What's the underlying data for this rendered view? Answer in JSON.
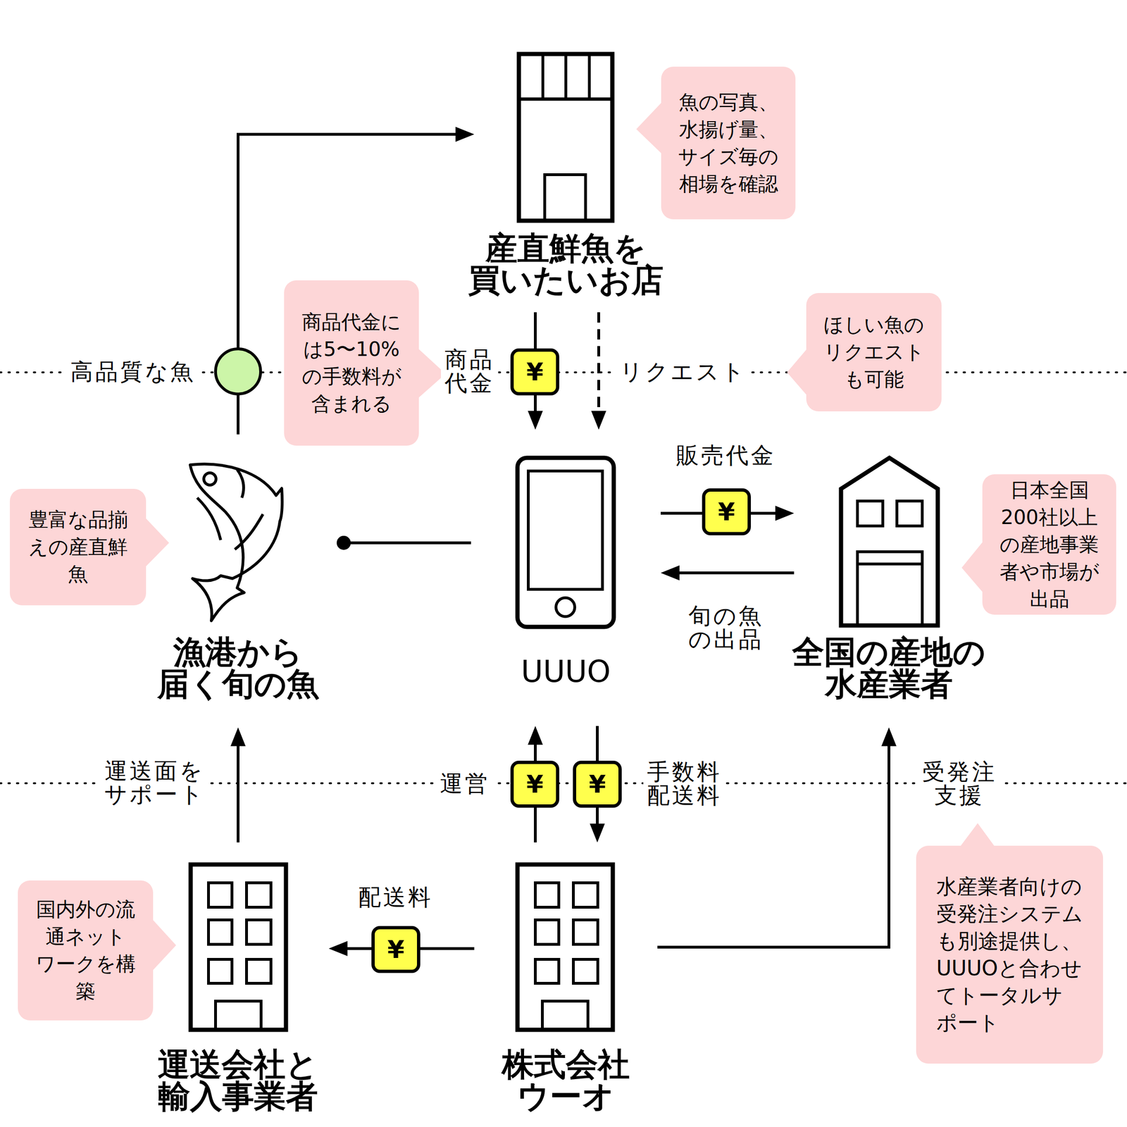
{
  "diagram": {
    "nodes": [
      {
        "text": [
          "産直鮮魚を 買いたいお店"
        ]
      },
      {
        "text": [
          "魚の写真、 水揚げ量、 サイズ毎の 相場を確認"
        ]
      },
      {
        "text": [
          "商品代金に は5〜10% の手数料が 含まれる"
        ]
      },
      {
        "text": [
          "ほしい魚の リクエスト も可能"
        ]
      },
      {
        "text": [
          "漁港から 届く旬の魚"
        ]
      },
      {
        "text": [
          "豊富な品揃 えの産直鮮 魚"
        ]
      },
      {
        "text": [
          "UUUO"
        ]
      },
      {
        "text": [
          "全国の産地の 水産業者"
        ]
      },
      {
        "text": [
          "日本全国 200社以上 の産地事業 者や市場が 出品"
        ]
      },
      {
        "text": [
          "運送会社と 輸入事業者"
        ]
      },
      {
        "text": [
          "国内外の流 通ネット ワークを構 築"
        ]
      },
      {
        "text": [
          "株式会社 ウーオ"
        ]
      },
      {
        "text": [
          "水産業者向けの 受発注システム も別途提供し、 UUUOと合わせ てトータルサ ポート"
        ]
      }
    ],
    "edges": [
      {
        "from": 4,
        "to": 0,
        "label": "高品質な魚",
        "arrow": "to"
      },
      {
        "from": 0,
        "to": 6,
        "label": "商品 代金",
        "arrow": "to"
      },
      {
        "from": 0,
        "to": 6,
        "label": "リクエスト",
        "arrow": "to"
      },
      {
        "from": 6,
        "to": 7,
        "label": "販売代金",
        "arrow": "to"
      },
      {
        "from": 7,
        "to": 6,
        "label": "旬の魚 の出品",
        "arrow": "to"
      },
      {
        "from": 6,
        "to": 4,
        "arrow": "none"
      },
      {
        "from": 9,
        "to": 4,
        "label": "運送面を サポート",
        "arrow": "to"
      },
      {
        "from": 11,
        "to": 6,
        "label": "運営",
        "arrow": "to"
      },
      {
        "from": 6,
        "to": 11,
        "label": "手数料 配送料",
        "arrow": "to"
      },
      {
        "from": 11,
        "to": 9,
        "label": "配送料",
        "arrow": "to"
      },
      {
        "from": 11,
        "to": 7,
        "label": "受発注 支援",
        "arrow": "to"
      }
    ],
    "labels": [
      "¥",
      "¥",
      "¥",
      "¥",
      "¥"
    ]
  }
}
